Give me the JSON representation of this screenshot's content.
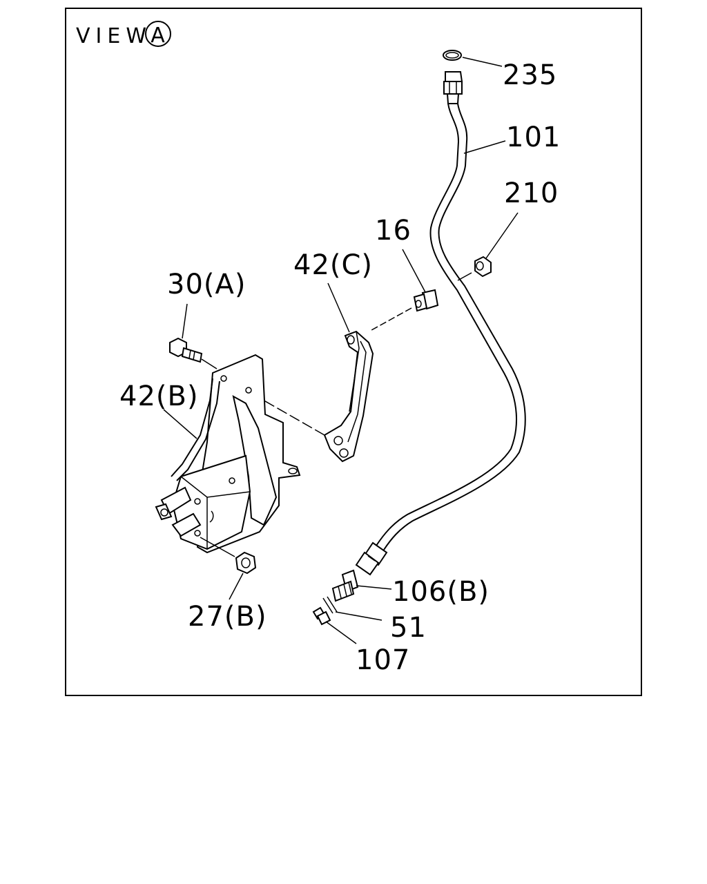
{
  "view_title": "VIEW",
  "view_letter": "A",
  "callouts": {
    "c235": "235",
    "c101": "101",
    "c210": "210",
    "c16": "16",
    "c42c": "42(C)",
    "c30a": "30(A)",
    "c42b": "42(B)",
    "c27b": "27(B)",
    "c106b": "106(B)",
    "c51": "51",
    "c107": "107"
  }
}
